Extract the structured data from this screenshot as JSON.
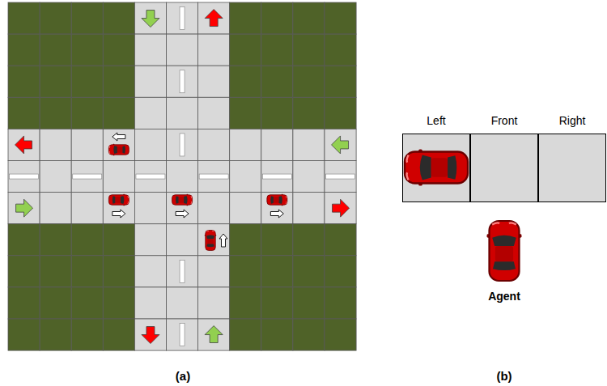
{
  "diagram": {
    "nodes": [
      {
        "text": [
          "Left"
        ]
      },
      {
        "text": [
          "Front"
        ]
      },
      {
        "text": [
          "Right"
        ]
      }
    ],
    "labels": [
      "Agent",
      "(a)",
      "(b)"
    ]
  }
}
